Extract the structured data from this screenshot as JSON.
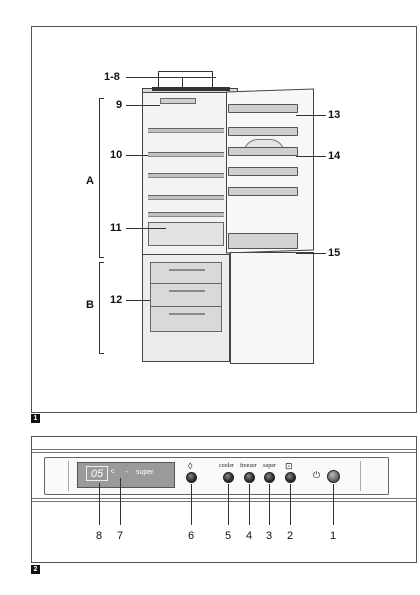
{
  "figure1": {
    "number": "1",
    "callouts": {
      "c1_8": "1-8",
      "c9": "9",
      "c10": "10",
      "c11": "11",
      "c12": "12",
      "c13": "13",
      "c14": "14",
      "c15": "15",
      "zone_a": "A",
      "zone_b": "B"
    }
  },
  "figure2": {
    "number": "2",
    "display": {
      "temperature": "05",
      "unit": "c",
      "arrow": "→",
      "mode": "super"
    },
    "controls": {
      "cooler_label": "cooler",
      "freezer_label": "freezer",
      "super_label": "super",
      "power_symbol": "⏻",
      "thermo_symbol": "◊",
      "alarm_symbol": "⊡"
    },
    "numbers": [
      "8",
      "7",
      "6",
      "5",
      "4",
      "3",
      "2",
      "1"
    ]
  }
}
